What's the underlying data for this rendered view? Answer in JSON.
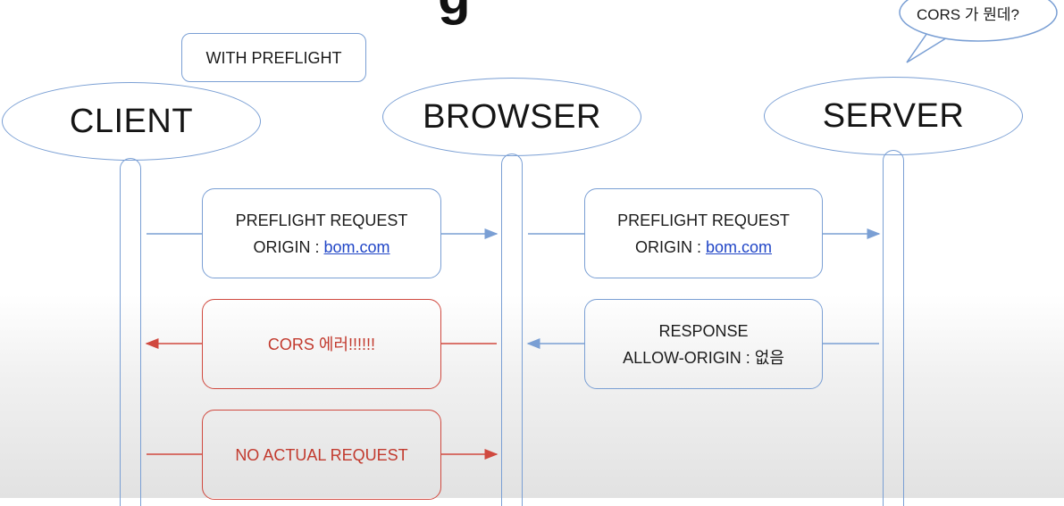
{
  "title_partial": "g",
  "speech_bubble": {
    "text": "CORS 가 뭔데?"
  },
  "tag": {
    "label": "WITH PREFLIGHT"
  },
  "actors": {
    "client": "CLIENT",
    "browser": "BROWSER",
    "server": "SERVER"
  },
  "messages": {
    "client_to_browser": {
      "line1": "PREFLIGHT REQUEST",
      "origin_prefix": "ORIGIN : ",
      "origin_link": "bom.com"
    },
    "browser_to_server": {
      "line1": "PREFLIGHT REQUEST",
      "origin_prefix": "ORIGIN : ",
      "origin_link": "bom.com"
    },
    "server_response": {
      "line1": "RESPONSE",
      "line2": "ALLOW-ORIGIN : 없음"
    },
    "cors_error": {
      "text": "CORS 에러!!!!!!"
    },
    "no_actual_request": {
      "text": "NO ACTUAL REQUEST"
    }
  },
  "colors": {
    "blue": "#7a9fd4",
    "red": "#d0493f",
    "link": "#2146c7"
  }
}
